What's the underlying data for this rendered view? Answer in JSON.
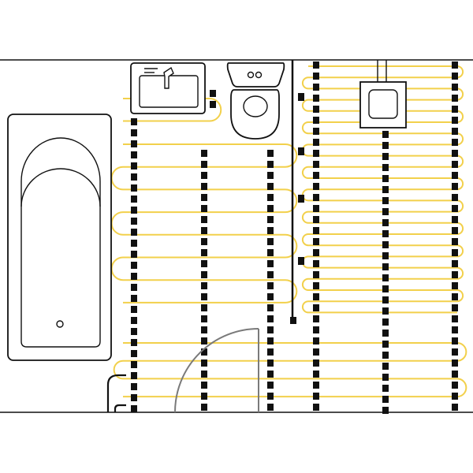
{
  "diagram": {
    "type": "floor-plan",
    "subject": "underfloor-heating-cable-layout",
    "colors": {
      "cable": "#F2D04B",
      "tape": "#111111",
      "wall": "#111111",
      "door": "#7a7a7a",
      "background": "#ffffff"
    },
    "elements": [
      {
        "name": "bathtub",
        "icon": "bathtub-icon"
      },
      {
        "name": "washbasin",
        "icon": "washbasin-icon"
      },
      {
        "name": "toilet",
        "icon": "toilet-icon"
      },
      {
        "name": "floor-drain",
        "icon": "floor-drain-icon"
      },
      {
        "name": "door-swing",
        "icon": "door-arc-icon"
      },
      {
        "name": "heating-cable",
        "icon": "serpentine-cable-icon"
      },
      {
        "name": "mounting-tape",
        "icon": "mounting-tape-icon"
      }
    ]
  }
}
